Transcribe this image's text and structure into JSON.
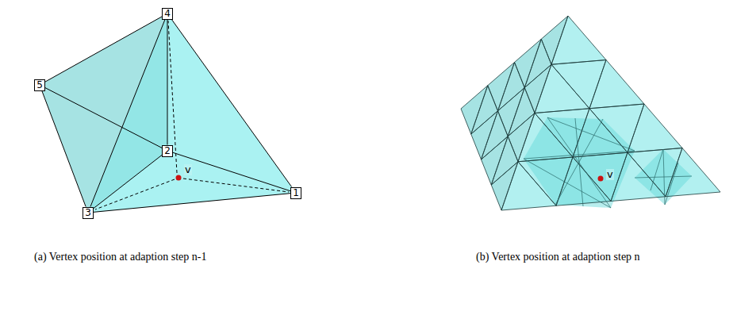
{
  "diagram": {
    "nodes": [
      {
        "text": [
          "4"
        ]
      },
      {
        "text": [
          "5"
        ]
      },
      {
        "text": [
          "2"
        ]
      },
      {
        "text": [
          "3"
        ]
      },
      {
        "text": [
          "1"
        ]
      }
    ],
    "edges": [
      {
        "from": 0,
        "to": 1,
        "arrow": "none"
      },
      {
        "from": 0,
        "to": 2,
        "arrow": "none"
      },
      {
        "from": 0,
        "to": 3,
        "arrow": "none"
      },
      {
        "from": 0,
        "to": 4,
        "arrow": "none"
      },
      {
        "from": 1,
        "to": 3,
        "arrow": "none"
      },
      {
        "from": 1,
        "to": 2,
        "arrow": "none"
      },
      {
        "from": 2,
        "to": 3,
        "arrow": "none"
      },
      {
        "from": 2,
        "to": 4,
        "arrow": "none"
      },
      {
        "from": 3,
        "to": 4,
        "arrow": "none"
      }
    ],
    "labels": [
      "v",
      "v",
      "(a) Vertex position at adaption step n-1",
      "(b) Vertex position at adaption step n"
    ]
  }
}
